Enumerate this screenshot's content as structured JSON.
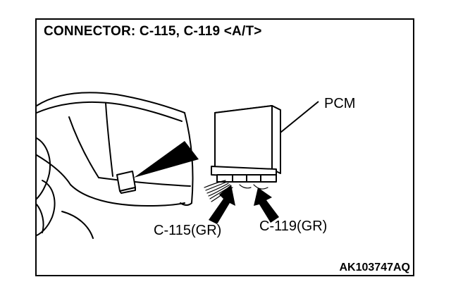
{
  "title": "CONNECTOR: C-115, C-119 <A/T>",
  "figure_code": "AK103747AQ",
  "labels": {
    "pcm": "PCM",
    "connector_1": "C-115(GR)",
    "connector_2": "C-119(GR)"
  },
  "colors": {
    "line": "#000000",
    "background": "#ffffff"
  }
}
